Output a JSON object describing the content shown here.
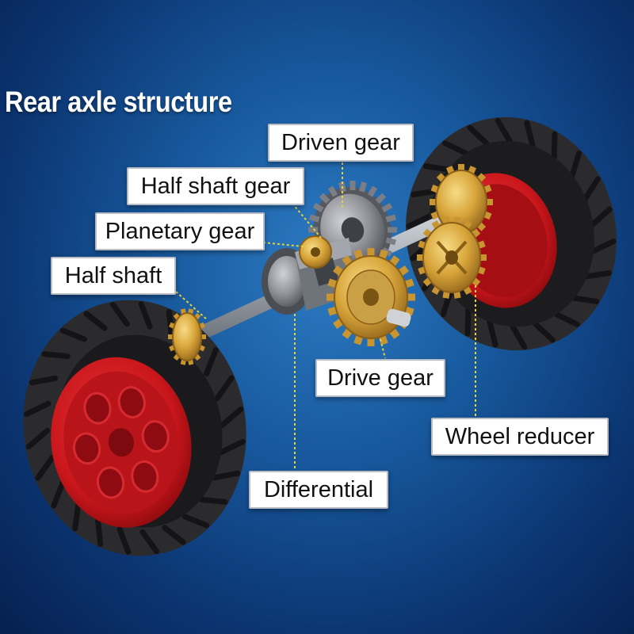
{
  "title": "Rear axle structure",
  "labels": {
    "driven_gear": "Driven gear",
    "half_shaft_gear": "Half shaft gear",
    "planetary_gear": "Planetary gear",
    "half_shaft": "Half shaft",
    "drive_gear": "Drive gear",
    "wheel_reducer": "Wheel reducer",
    "differential": "Differential"
  },
  "colors": {
    "background": "#17579b",
    "tire": "#2b2b2d",
    "rim": "#c8161b",
    "gear_gold": "#d8a53a",
    "gear_grey": "#8e9096",
    "shaft": "#9aa0a8",
    "leader_line": "#e6d23a",
    "label_bg": "#ffffff"
  }
}
